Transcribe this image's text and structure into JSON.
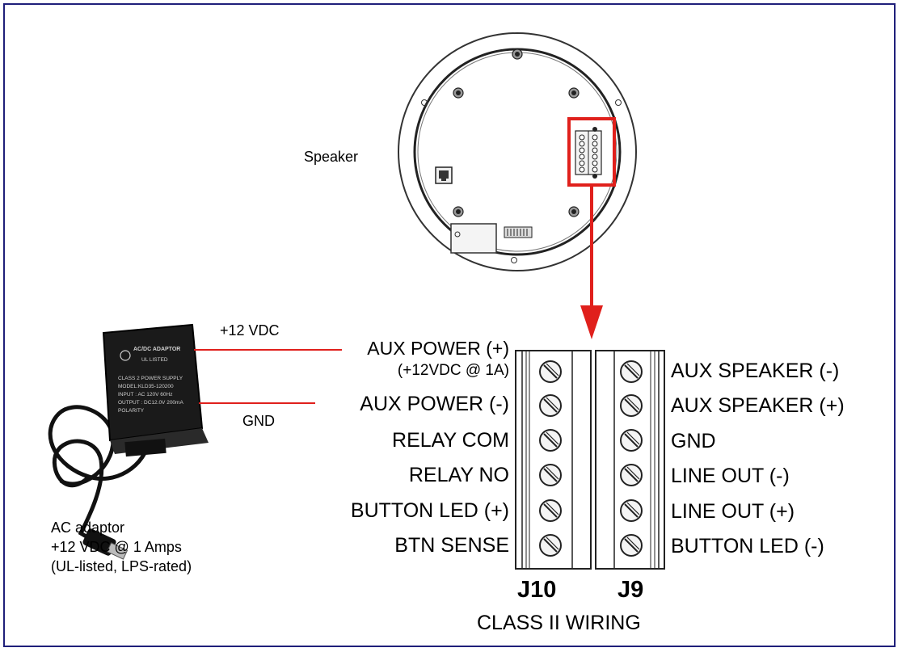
{
  "speaker": {
    "label": "Speaker"
  },
  "adaptor": {
    "wire_positive": "+12 VDC",
    "wire_ground": "GND",
    "caption": [
      "AC adaptor",
      "+12 VDC @ 1 Amps",
      "(UL-listed, LPS-rated)"
    ],
    "device_text": {
      "title": "AC/DC ADAPTOR",
      "ul": "UL LISTED",
      "supply": "CLASS 2 POWER SUPPLY",
      "model": "MODEL:KLD35-120200",
      "input": "INPUT : AC 120V  60Hz",
      "output": "OUTPUT : DC12.0V  200mA",
      "polarity": "POLARITY"
    }
  },
  "j10": {
    "name": "J10",
    "pins": [
      {
        "label": "AUX POWER (+)",
        "sub": "(+12VDC @ 1A)"
      },
      {
        "label": "AUX POWER (-)"
      },
      {
        "label": "RELAY COM"
      },
      {
        "label": "RELAY NO"
      },
      {
        "label": "BUTTON LED (+)"
      },
      {
        "label": "BTN SENSE"
      }
    ]
  },
  "j9": {
    "name": "J9",
    "pins": [
      {
        "label": "AUX SPEAKER (-)"
      },
      {
        "label": "AUX SPEAKER (+)"
      },
      {
        "label": "GND"
      },
      {
        "label": "LINE OUT (-)"
      },
      {
        "label": "LINE OUT (+)"
      },
      {
        "label": "BUTTON LED (-)"
      }
    ]
  },
  "footer": {
    "caption": "CLASS II WIRING"
  },
  "colors": {
    "wire": "#e0201c",
    "highlight": "#e0201c",
    "border": "#1f1f7a"
  }
}
